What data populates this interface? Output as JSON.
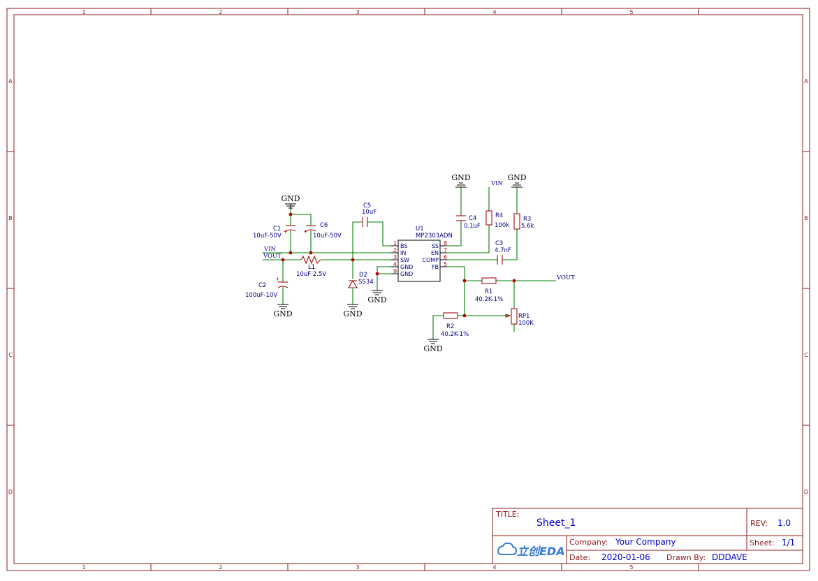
{
  "border": {
    "columns": [
      "1",
      "2",
      "3",
      "4",
      "5"
    ],
    "rows": [
      "A",
      "B",
      "C",
      "D"
    ]
  },
  "title_block": {
    "title_label": "TITLE:",
    "title_value": "Sheet_1",
    "rev_label": "REV:",
    "rev_value": "1.0",
    "company_label": "Company:",
    "company_value": "Your Company",
    "sheet_label": "Sheet:",
    "sheet_value": "1/1",
    "date_label": "Date:",
    "date_value": "2020-01-06",
    "drawn_label": "Drawn By:",
    "drawn_value": "DDDAVE",
    "logo_text": "立创EDA",
    "colors": {
      "logo": "#3a7bd5",
      "values": "#0000cc",
      "frame": "#8b1a1a"
    }
  },
  "schematic": {
    "gnd": "GND",
    "vin": "VIN",
    "vout": "VOUT",
    "u1": {
      "ref": "U1",
      "value": "MP2303ADN",
      "left_pins": [
        {
          "num": "1",
          "name": "BS"
        },
        {
          "num": "2",
          "name": "IN"
        },
        {
          "num": "3",
          "name": "SW"
        },
        {
          "num": "4",
          "name": "GND"
        },
        {
          "num": "9",
          "name": "GND"
        }
      ],
      "right_pins": [
        {
          "num": "8",
          "name": "SS"
        },
        {
          "num": "7",
          "name": "EN"
        },
        {
          "num": "6",
          "name": "COMP"
        },
        {
          "num": "5",
          "name": "FB"
        }
      ]
    },
    "c1": {
      "ref": "C1",
      "value": "10uF-50V"
    },
    "c6": {
      "ref": "C6",
      "value": "10uF-50V"
    },
    "c2": {
      "ref": "C2",
      "value": "100uF-10V"
    },
    "c5": {
      "ref": "C5",
      "value": "10uF"
    },
    "c4": {
      "ref": "C4",
      "value": "0.1uF"
    },
    "c3": {
      "ref": "C3",
      "value": "4.7nF"
    },
    "l1": {
      "ref": "L1",
      "value": "10uF 2.5V"
    },
    "d2": {
      "ref": "D2",
      "value": "SS34"
    },
    "r4": {
      "ref": "R4",
      "value": "100k"
    },
    "r3": {
      "ref": "R3",
      "value": "5.6k"
    },
    "r1": {
      "ref": "R1",
      "value": "40.2K-1%"
    },
    "r2": {
      "ref": "R2",
      "value": "40.2K-1%"
    },
    "rp1": {
      "ref": "RP1",
      "value": "100K"
    },
    "colors": {
      "wire": "#008000",
      "part": "#a01010",
      "junction": "#c00000",
      "label": "#000080"
    }
  }
}
